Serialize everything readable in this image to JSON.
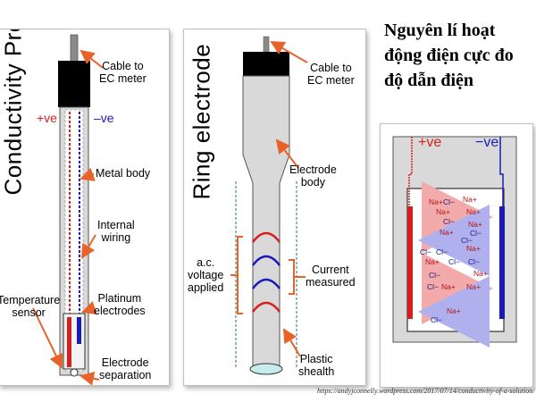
{
  "heading": {
    "line1": "Nguyên lí hoạt",
    "line2": "động điện cực đo",
    "line3": "độ dẫn điện"
  },
  "source_url": "https://andyjconnelly.wordpress.com/2017/07/14/conductivity-of-a-solution/",
  "probe_panel": {
    "title": "Conductivity Probe",
    "plus_label": "+ve",
    "minus_label": "–ve",
    "cable_label_1": "Cable to",
    "cable_label_2": "EC meter",
    "metal_body": "Metal body",
    "internal_1": "Internal",
    "internal_2": "wiring",
    "platinum_1": "Platinum",
    "platinum_2": "electrodes",
    "temp_1": "Temperature",
    "temp_2": "sensor",
    "sep_1": "Electrode",
    "sep_2": "separation"
  },
  "ring_panel": {
    "title": "Ring electrode",
    "cable_label_1": "Cable to",
    "cable_label_2": "EC meter",
    "body_1": "Electrode",
    "body_2": "body",
    "ac_1": "a.c.",
    "ac_2": "voltage",
    "ac_3": "applied",
    "current_1": "Current",
    "current_2": "measured",
    "plastic_1": "Plastic",
    "plastic_2": "shealth"
  },
  "cell_panel": {
    "plus_label": "+ve",
    "minus_label": "−ve",
    "ions": [
      {
        "t": "Na+",
        "c": "red"
      },
      {
        "t": "Cl−",
        "c": "blue"
      },
      {
        "t": "Na+",
        "c": "red"
      },
      {
        "t": "Na+",
        "c": "red"
      },
      {
        "t": "Na+",
        "c": "red"
      },
      {
        "t": "Cl−",
        "c": "blue"
      },
      {
        "t": "Na+",
        "c": "red"
      },
      {
        "t": "Cl−",
        "c": "blue"
      },
      {
        "t": "Na+",
        "c": "red"
      },
      {
        "t": "Cl−",
        "c": "blue"
      },
      {
        "t": "Cl−",
        "c": "blue"
      },
      {
        "t": "Cl−",
        "c": "blue"
      },
      {
        "t": "Na+",
        "c": "red"
      },
      {
        "t": "Na+",
        "c": "red"
      },
      {
        "t": "Cl−",
        "c": "blue"
      },
      {
        "t": "Cl−",
        "c": "blue"
      },
      {
        "t": "Cl−",
        "c": "blue"
      },
      {
        "t": "Na+",
        "c": "red"
      },
      {
        "t": "Cl−",
        "c": "blue"
      },
      {
        "t": "Na+",
        "c": "red"
      },
      {
        "t": "Na+",
        "c": "red"
      },
      {
        "t": "Na+",
        "c": "red"
      },
      {
        "t": "Cl−",
        "c": "blue"
      }
    ]
  },
  "colors": {
    "positive": "#d62020",
    "negative": "#1a1ab8",
    "arrow": "#e8632a",
    "probe_gray": "#d9d9d9"
  }
}
